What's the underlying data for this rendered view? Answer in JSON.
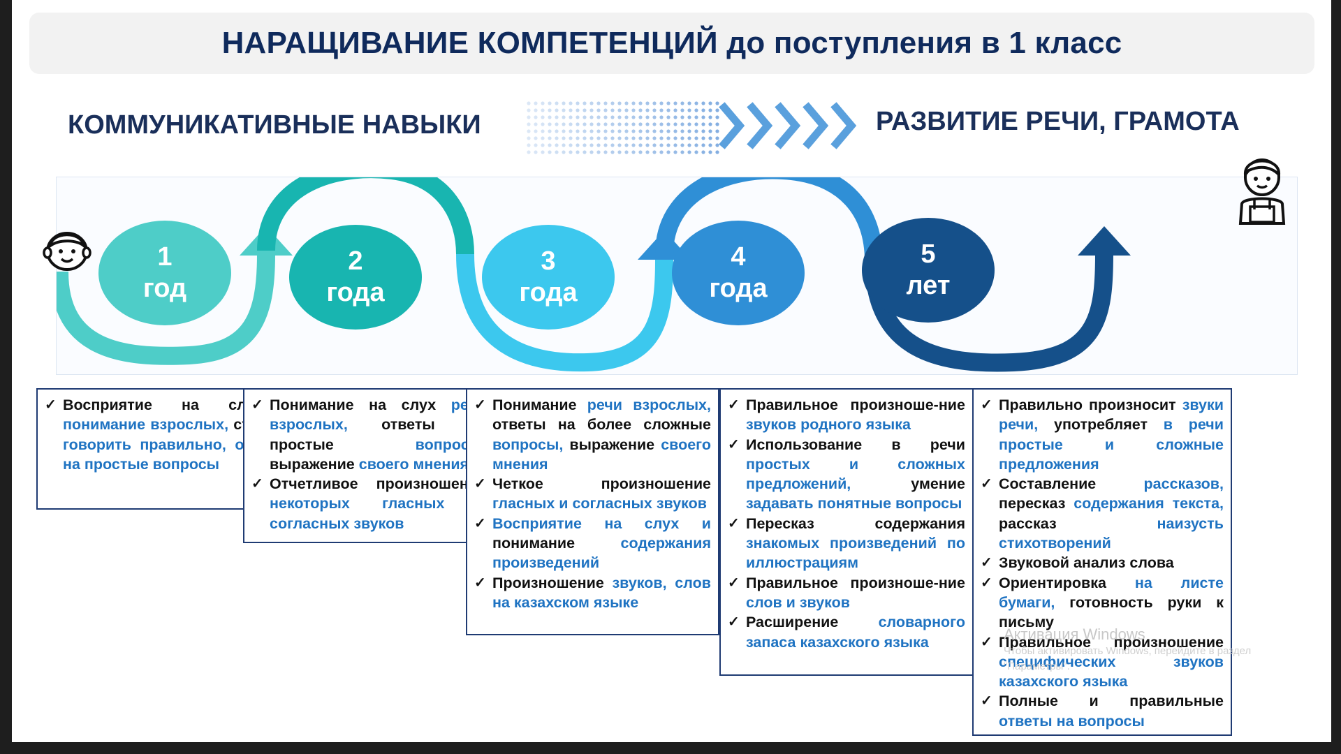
{
  "title": "НАРАЩИВАНИЕ КОМПЕТЕНЦИЙ до поступления в 1 класс",
  "subtitle_left": "КОММУНИКАТИВНЫЕ НАВЫКИ",
  "subtitle_right": "РАЗВИТИЕ  РЕЧИ, ГРАМОТА",
  "colors": {
    "teal_light": "#4ecdc8",
    "teal": "#18b5b0",
    "sky": "#3cc8ee",
    "blue": "#2f8fd6",
    "navy": "#15508a",
    "card_border": "#1f3b73",
    "highlight": "#1f73c2"
  },
  "ages": [
    {
      "num": "1",
      "unit": "год",
      "color": "#4ecdc8"
    },
    {
      "num": "2",
      "unit": "года",
      "color": "#18b5b0"
    },
    {
      "num": "3",
      "unit": "года",
      "color": "#3cc8ee"
    },
    {
      "num": "4",
      "unit": "года",
      "color": "#2f8fd6"
    },
    {
      "num": "5",
      "unit": "лет",
      "color": "#15508a"
    }
  ],
  "cards": [
    {
      "items": [
        [
          {
            "t": "Восприятие на слух ",
            "h": false
          },
          {
            "t": "и понимание взрослых,",
            "h": true
          },
          {
            "t": " старание ",
            "h": false
          },
          {
            "t": "говорить правильно, отвечать на простые вопросы",
            "h": true
          }
        ]
      ]
    },
    {
      "items": [
        [
          {
            "t": "Понимание на слух ",
            "h": false
          },
          {
            "t": "речь взрослых,",
            "h": true
          },
          {
            "t": " ответы на простые ",
            "h": false
          },
          {
            "t": "вопросы,",
            "h": true
          },
          {
            "t": " выражение ",
            "h": false
          },
          {
            "t": "своего мнения",
            "h": true
          }
        ],
        [
          {
            "t": "Отчетливое произношение ",
            "h": false
          },
          {
            "t": "некоторых гласных и ",
            "h": true
          },
          {
            "t": "согласных звуков",
            "h": true
          }
        ]
      ]
    },
    {
      "items": [
        [
          {
            "t": "Понимание ",
            "h": false
          },
          {
            "t": "речи взрослых,",
            "h": true
          },
          {
            "t": " ответы на более сложные ",
            "h": false
          },
          {
            "t": "вопросы,",
            "h": true
          },
          {
            "t": " выражение ",
            "h": false
          },
          {
            "t": "своего мнения",
            "h": true
          }
        ],
        [
          {
            "t": "Четкое произношение ",
            "h": false
          },
          {
            "t": "гласных и согласных звуков",
            "h": true
          }
        ],
        [
          {
            "t": "Восприятие на слух и",
            "h": true
          },
          {
            "t": " понимание ",
            "h": false
          },
          {
            "t": "содержания произведений",
            "h": true
          }
        ],
        [
          {
            "t": "Произношение ",
            "h": false
          },
          {
            "t": "звуков, слов на казахском языке",
            "h": true
          }
        ]
      ]
    },
    {
      "items": [
        [
          {
            "t": "Правильное произноше-ние ",
            "h": false
          },
          {
            "t": "звуков родного языка",
            "h": true
          }
        ],
        [
          {
            "t": "Использование в речи ",
            "h": false
          },
          {
            "t": "простых и сложных предложений,",
            "h": true
          },
          {
            "t": " умение ",
            "h": false
          },
          {
            "t": "задавать понятные вопросы",
            "h": true
          }
        ],
        [
          {
            "t": "Пересказ содержания ",
            "h": false
          },
          {
            "t": "знакомых произведений по иллюстрациям",
            "h": true
          }
        ],
        [
          {
            "t": "Правильное произноше-ние ",
            "h": false
          },
          {
            "t": "слов и звуков",
            "h": true
          }
        ],
        [
          {
            "t": "Расширение ",
            "h": false
          },
          {
            "t": "словарного запаса казахского языка",
            "h": true
          }
        ]
      ]
    },
    {
      "items": [
        [
          {
            "t": "Правильно произносит ",
            "h": false
          },
          {
            "t": "звуки речи,",
            "h": true
          },
          {
            "t": " употребляет ",
            "h": false
          },
          {
            "t": "в речи простые и сложные предложения",
            "h": true
          }
        ],
        [
          {
            "t": "Составление ",
            "h": false
          },
          {
            "t": "рассказов,",
            "h": true
          },
          {
            "t": " пересказ ",
            "h": false
          },
          {
            "t": "содержания текста,",
            "h": true
          },
          {
            "t": " рассказ ",
            "h": false
          },
          {
            "t": "наизусть стихотворений",
            "h": true
          }
        ],
        [
          {
            "t": "Звуковой анализ слова",
            "h": false
          }
        ],
        [
          {
            "t": "Ориентировка ",
            "h": false
          },
          {
            "t": "на листе бумаги,",
            "h": true
          },
          {
            "t": " готовность руки к письму",
            "h": false
          }
        ],
        [
          {
            "t": "Правильное произношение ",
            "h": false
          },
          {
            "t": "специфических звуков казахского языка",
            "h": true
          }
        ],
        [
          {
            "t": "Полные и правильные ",
            "h": false
          },
          {
            "t": "ответы на вопросы",
            "h": true
          }
        ]
      ]
    }
  ],
  "watermark": {
    "line1": "Активация Windows",
    "line2": "Чтобы активировать Windows, перейдите в раздел",
    "line3": "\"Параметры\"."
  }
}
